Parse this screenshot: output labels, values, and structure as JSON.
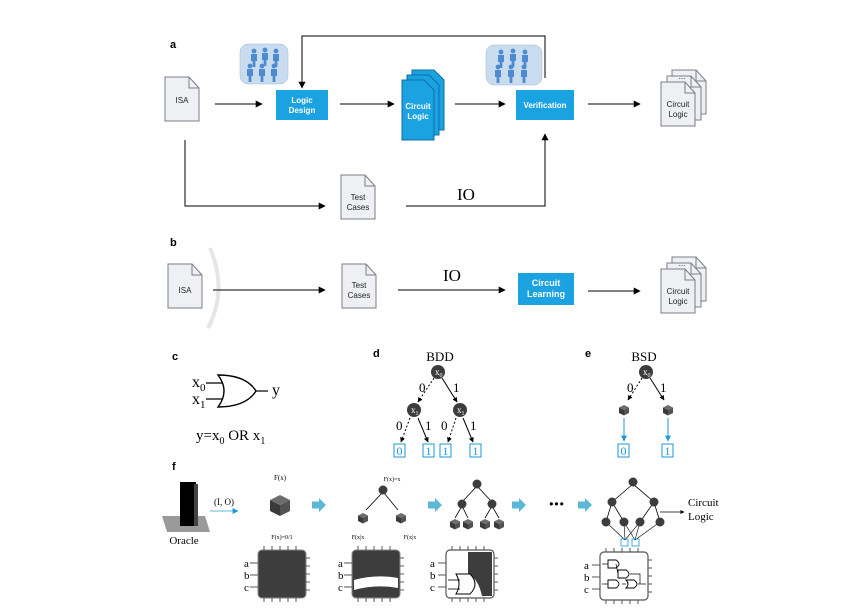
{
  "panels": {
    "a": "a",
    "b": "b",
    "c": "c",
    "d": "d",
    "e": "e",
    "f": "f"
  },
  "panel_a": {
    "isa": "ISA",
    "logic_design": [
      "Logic",
      "Design"
    ],
    "circuit_logic_blue": [
      "Circuit",
      "Logic"
    ],
    "verification": "Verification",
    "circuit_logic_out": [
      "Circuit",
      "Logic"
    ],
    "test_cases": [
      "Test",
      "Cases"
    ],
    "io": "IO",
    "doc_dots": "..."
  },
  "panel_b": {
    "isa": "ISA",
    "test_cases": [
      "Test",
      "Cases"
    ],
    "io": "IO",
    "circuit_learning": [
      "Circuit",
      "Learning"
    ],
    "circuit_logic_out": [
      "Circuit",
      "Logic"
    ],
    "doc_dots": "..."
  },
  "panel_c": {
    "x": "x",
    "sub0": "0",
    "sub1": "1",
    "y": "y",
    "eq_y": "y=x",
    "eq_or": " OR x"
  },
  "panel_d": {
    "title": "BDD",
    "node_x": "x",
    "sub0": "0",
    "sub1": "1",
    "edge0": "0",
    "edge1": "1",
    "leaves": [
      "0",
      "1",
      "1",
      "1"
    ]
  },
  "panel_e": {
    "title": "BSD",
    "node_x": "x",
    "sub0": "0",
    "edge0": "0",
    "edge1": "1",
    "leaves": [
      "0",
      "1"
    ]
  },
  "panel_f": {
    "oracle": "Oracle",
    "io_pair": "(I, O)",
    "fx": "F(x)",
    "fx01": "F(x)=0/1",
    "expansion": "F(x)=x",
    "cond_left": "F(x|x",
    "cond_right": "F(x|x",
    "ellipsis": "•••",
    "circuit_logic": [
      "Circuit",
      "Logic"
    ],
    "pins": [
      "a",
      "b",
      "c"
    ]
  },
  "colors": {
    "blue": "#1aa3e0",
    "people_bg": "#c9dcef",
    "person": "#4d8bd1",
    "arrow_teal": "#5cb8d6",
    "node_dark": "#3d3d3d",
    "leaf_blue": "#1a9ad6"
  }
}
